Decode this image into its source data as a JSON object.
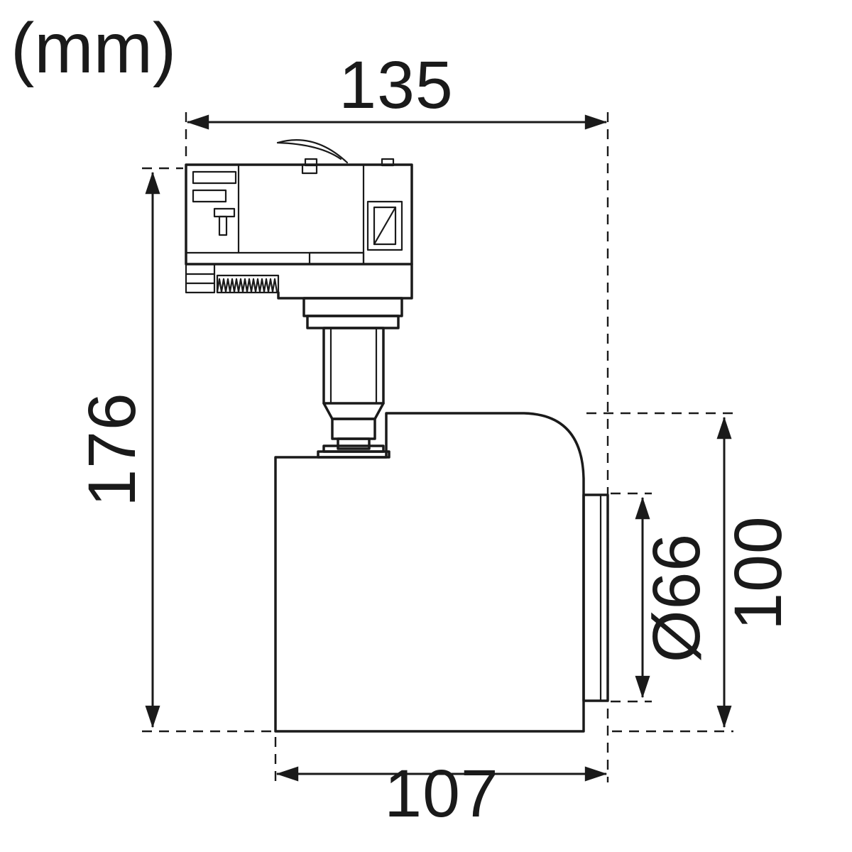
{
  "drawing": {
    "units_label": "(mm)",
    "dimensions": {
      "overall_width": "135",
      "overall_height": "176",
      "body_width": "107",
      "front_diameter": "Ø66",
      "head_height": "100"
    },
    "colors": {
      "line": "#1a1a1a",
      "background": "#ffffff"
    }
  }
}
